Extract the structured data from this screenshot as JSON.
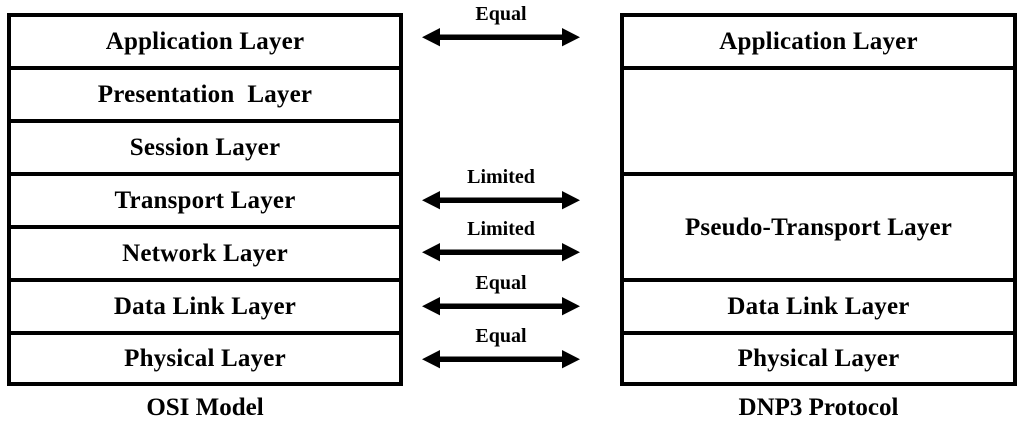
{
  "diagram": {
    "title": "OSI Model vs DNP3 Protocol layer mapping",
    "background_color": "#ffffff",
    "line_color": "#000000",
    "text_color": "#000000"
  },
  "osi": {
    "caption": "OSI Model",
    "layers": [
      {
        "label": "Application Layer",
        "rows": 1
      },
      {
        "label": "Presentation  Layer",
        "rows": 1
      },
      {
        "label": "Session Layer",
        "rows": 1
      },
      {
        "label": "Transport Layer",
        "rows": 1
      },
      {
        "label": "Network Layer",
        "rows": 1
      },
      {
        "label": "Data Link Layer",
        "rows": 1
      },
      {
        "label": "Physical Layer",
        "rows": 1
      }
    ]
  },
  "dnp3": {
    "caption": "DNP3 Protocol",
    "layers": [
      {
        "label": "Application Layer",
        "rows": 1
      },
      {
        "label": "",
        "rows": 2
      },
      {
        "label": "Pseudo-Transport Layer",
        "rows": 2
      },
      {
        "label": "Data Link Layer",
        "rows": 1
      },
      {
        "label": "Physical Layer",
        "rows": 1
      }
    ]
  },
  "comparisons": [
    {
      "label": "Equal",
      "relates": "Application Layer"
    },
    {
      "label": "Limited",
      "relates": "Transport Layer"
    },
    {
      "label": "Limited",
      "relates": "Network Layer"
    },
    {
      "label": "Equal",
      "relates": "Data Link Layer"
    },
    {
      "label": "Equal",
      "relates": "Physical Layer"
    }
  ]
}
